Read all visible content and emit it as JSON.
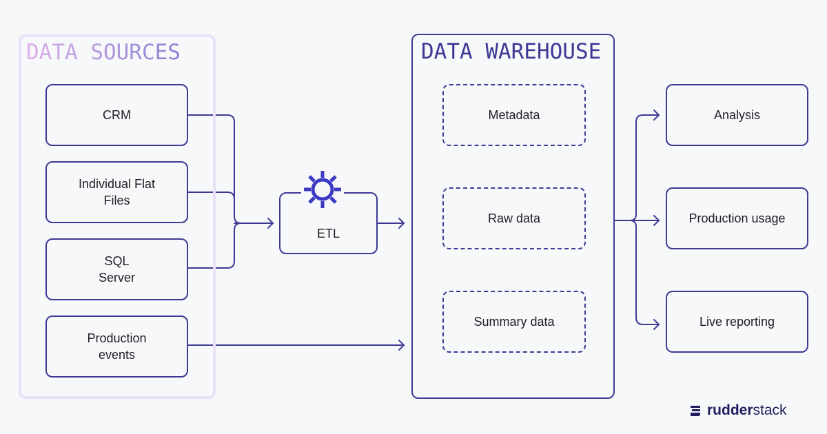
{
  "data_sources": {
    "title": "DATA SOURCES",
    "items": [
      "CRM",
      "Individual Flat Files",
      "SQL Server",
      "Production events"
    ]
  },
  "etl": {
    "label": "ETL",
    "icon": "gear-icon"
  },
  "warehouse": {
    "title": "DATA WAREHOUSE",
    "items": [
      "Metadata",
      "Raw data",
      "Summary data"
    ]
  },
  "outputs": {
    "items": [
      "Analysis",
      "Production usage",
      "Live reporting"
    ]
  },
  "logo": {
    "bold": "rudder",
    "light": "stack"
  },
  "colors": {
    "accent": "#3d3a96",
    "frame_light": "#e8e1f7",
    "background": "#f7f8f9"
  }
}
